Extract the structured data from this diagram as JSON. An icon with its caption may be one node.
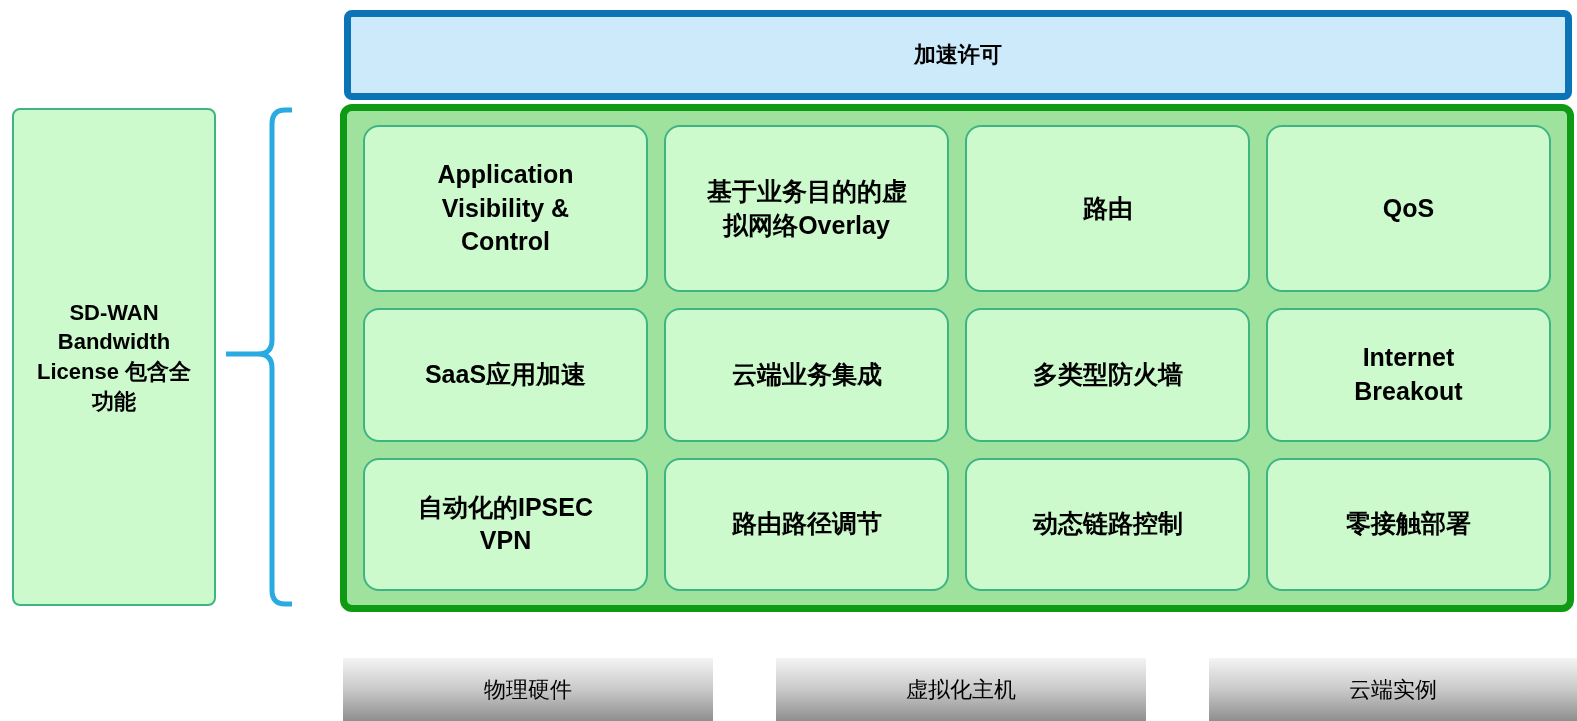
{
  "diagram": {
    "nodes": [
      {
        "text": [
          "加速许可"
        ]
      },
      {
        "text": [
          "SD-WAN Bandwidth License 包含全功能"
        ]
      },
      {
        "text": [],
        "shape": "box"
      },
      {
        "text": [
          "Application Visibility & Control"
        ],
        "in": 2
      },
      {
        "text": [
          "基于业务目的的虚拟网络Overlay"
        ],
        "in": 2
      },
      {
        "text": [
          "路由"
        ],
        "in": 2
      },
      {
        "text": [
          "QoS"
        ],
        "in": 2
      },
      {
        "text": [
          "SaaS应用加速"
        ],
        "in": 2
      },
      {
        "text": [
          "云端业务集成"
        ],
        "in": 2
      },
      {
        "text": [
          "多类型防火墙"
        ],
        "in": 2
      },
      {
        "text": [
          "Internet Breakout"
        ],
        "in": 2
      },
      {
        "text": [
          "自动化的IPSEC VPN"
        ],
        "in": 2
      },
      {
        "text": [
          "路由路径调节"
        ],
        "in": 2
      },
      {
        "text": [
          "动态链路控制"
        ],
        "in": 2
      },
      {
        "text": [
          "零接触部署"
        ],
        "in": 2
      },
      {
        "text": [
          "物理硬件"
        ]
      },
      {
        "text": [
          "虚拟化主机"
        ]
      },
      {
        "text": [
          "云端实例"
        ]
      }
    ],
    "edges": []
  }
}
